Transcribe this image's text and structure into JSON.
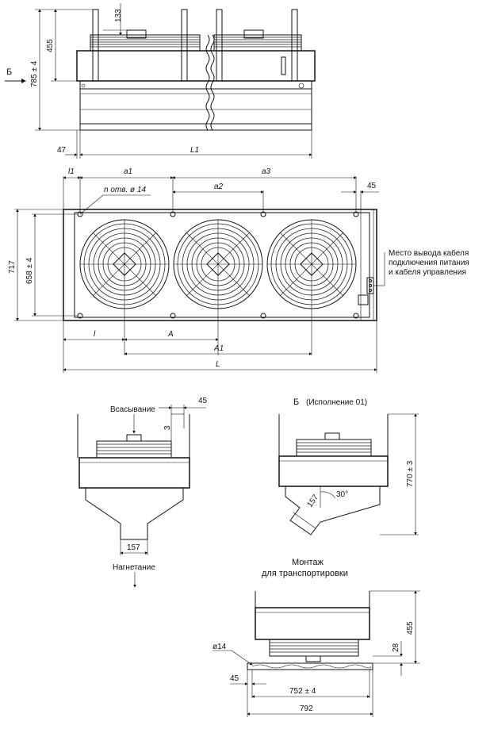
{
  "top_view": {
    "dim_133": "133",
    "dim_455": "455",
    "dim_785": "785 ± 4",
    "dim_47": "47",
    "dim_L1": "L1",
    "view_mark": "Б"
  },
  "front_view": {
    "dim_l1": "l1",
    "dim_a1": "a1",
    "dim_a3": "a3",
    "dim_a2": "a2",
    "dim_45": "45",
    "holes_label": "n отв. ø 14",
    "dim_717": "717",
    "dim_658": "658 ± 4",
    "cable_note": [
      "Место вывода кабеля",
      "подключения питания",
      "и кабеля управления"
    ],
    "dim_l": "l",
    "dim_A": "A",
    "dim_A1": "A1",
    "dim_L": "L"
  },
  "side_view": {
    "suction_label": "Всасывание",
    "dim_45": "45",
    "dim_3": "3",
    "dim_157": "157",
    "discharge_label": "Нагнетание"
  },
  "variant_view": {
    "title_mark": "Б",
    "title_text": "(Исполнение 01)",
    "dim_770": "770 ± 3",
    "dim_157": "157",
    "angle": "30°"
  },
  "transport_view": {
    "title_line1": "Монтаж",
    "title_line2": "для транспортировки",
    "dim_455": "455",
    "dim_28": "28",
    "dim_d14": "ø14",
    "dim_45": "45",
    "dim_752": "752 ± 4",
    "dim_792": "792"
  }
}
